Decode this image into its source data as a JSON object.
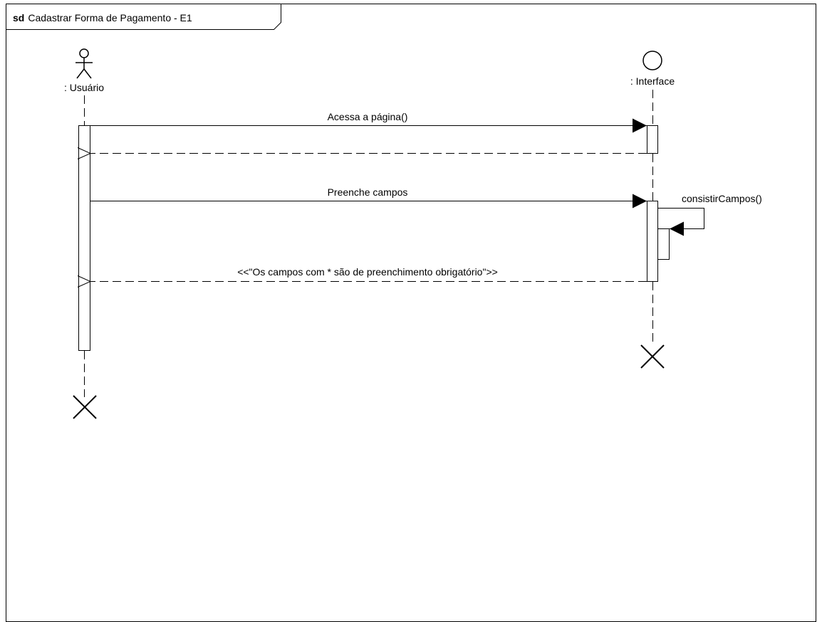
{
  "frame": {
    "keyword": "sd",
    "title": "Cadastrar Forma de Pagamento - E1"
  },
  "lifelines": [
    {
      "id": "usuario",
      "label": ": Usuário",
      "kind": "actor"
    },
    {
      "id": "interface",
      "label": ": Interface",
      "kind": "boundary"
    }
  ],
  "messages": [
    {
      "label": "Acessa a página()",
      "from": "usuario",
      "to": "interface",
      "style": "sync"
    },
    {
      "label": "",
      "from": "interface",
      "to": "usuario",
      "style": "return"
    },
    {
      "label": "Preenche campos",
      "from": "usuario",
      "to": "interface",
      "style": "sync"
    },
    {
      "label": "consistirCampos()",
      "from": "interface",
      "to": "interface",
      "style": "self"
    },
    {
      "label": "<<\"Os campos com * são de preenchimento obrigatório\">>",
      "from": "interface",
      "to": "usuario",
      "style": "return"
    }
  ],
  "colors": {
    "stroke": "#000000",
    "background": "#ffffff"
  }
}
